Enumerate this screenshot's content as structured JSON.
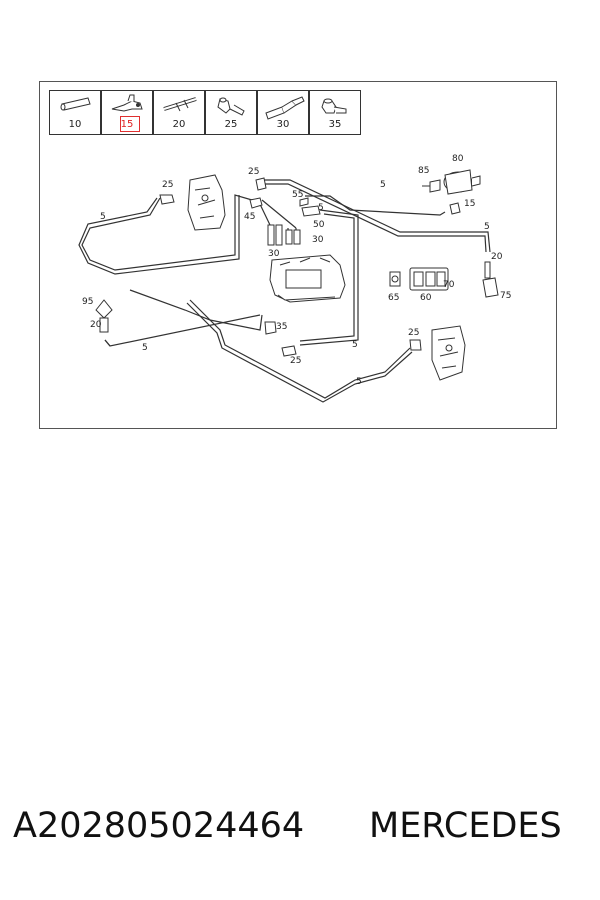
{
  "legend": {
    "items": [
      {
        "number": "10",
        "icon": "straight-hose-icon",
        "highlighted": false
      },
      {
        "number": "15",
        "icon": "y-connector-icon",
        "highlighted": true
      },
      {
        "number": "20",
        "icon": "double-barb-connector-icon",
        "highlighted": false
      },
      {
        "number": "25",
        "icon": "angle-connector-icon",
        "highlighted": false
      },
      {
        "number": "30",
        "icon": "elbow-hose-icon",
        "highlighted": false
      },
      {
        "number": "35",
        "icon": "angle-fitting-icon",
        "highlighted": false
      }
    ]
  },
  "callouts": {
    "c1": "5",
    "c2": "25",
    "c3": "25",
    "c4": "55",
    "c5": "45",
    "c6": "50",
    "c7": "30",
    "c8": "30",
    "c9": "5",
    "c10": "85",
    "c11": "80",
    "c12": "15",
    "c13": "5",
    "c14": "20",
    "c15": "75",
    "c16": "70",
    "c17": "65",
    "c18": "60",
    "c19": "95",
    "c20": "20",
    "c21": "5",
    "c22": "35",
    "c23": "25",
    "c24": "5",
    "c25": "25",
    "c26": "5",
    "c27": "5"
  },
  "footer": {
    "part_number": "A202805024464",
    "brand": "MERCEDES"
  },
  "colors": {
    "line": "#333333",
    "highlight": "#e03030"
  }
}
